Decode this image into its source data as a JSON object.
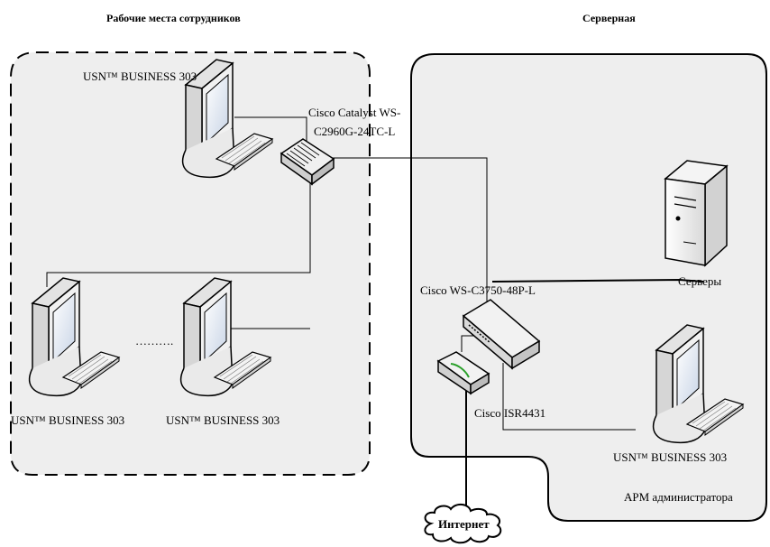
{
  "titles": {
    "workstations": "Рабочие места сотрудников",
    "server_room": "Серверная"
  },
  "labels": {
    "pc_top": "USN™ BUSINESS 303",
    "pc_bottom_left": "USN™ BUSINESS 303",
    "pc_bottom_mid": "USN™ BUSINESS 303",
    "pc_admin": "USN™ BUSINESS 303",
    "switch_access_line1": "Cisco Catalyst WS-",
    "switch_access_line2": "C2960G-24TC-L",
    "switch_core": "Cisco WS-C3750-48P-L",
    "router": "Cisco ISR4431",
    "servers": "Серверы",
    "admin_workplace": "АРМ администратора",
    "ellipsis": "……….",
    "internet": "Интернет"
  }
}
